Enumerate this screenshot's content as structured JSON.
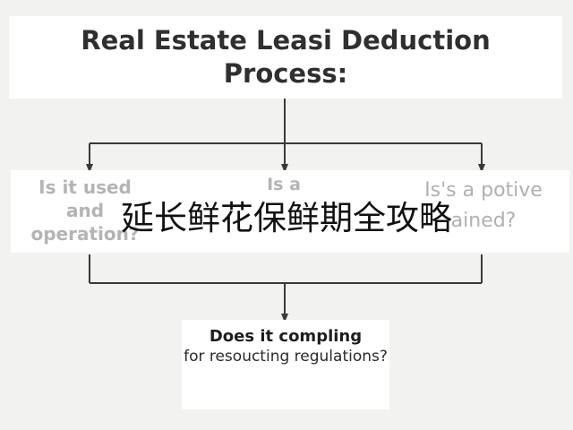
{
  "diagram": {
    "title": "Real Estate Leasi Deduction Process:",
    "questions": {
      "left": "Is it used and operation?",
      "middle": "Is a",
      "right": "Is's a potive ained?"
    },
    "overlay_caption": "延长鲜花保鲜期全攻略",
    "result": {
      "head": "Does it compling",
      "rest": "for resoucting regulations?"
    }
  },
  "colors": {
    "background": "#f2f2f0",
    "box_fill": "#ffffff",
    "connector": "#3a3a3a",
    "title_text": "#2f2f2f",
    "faded_text": "#b4b4b4"
  }
}
